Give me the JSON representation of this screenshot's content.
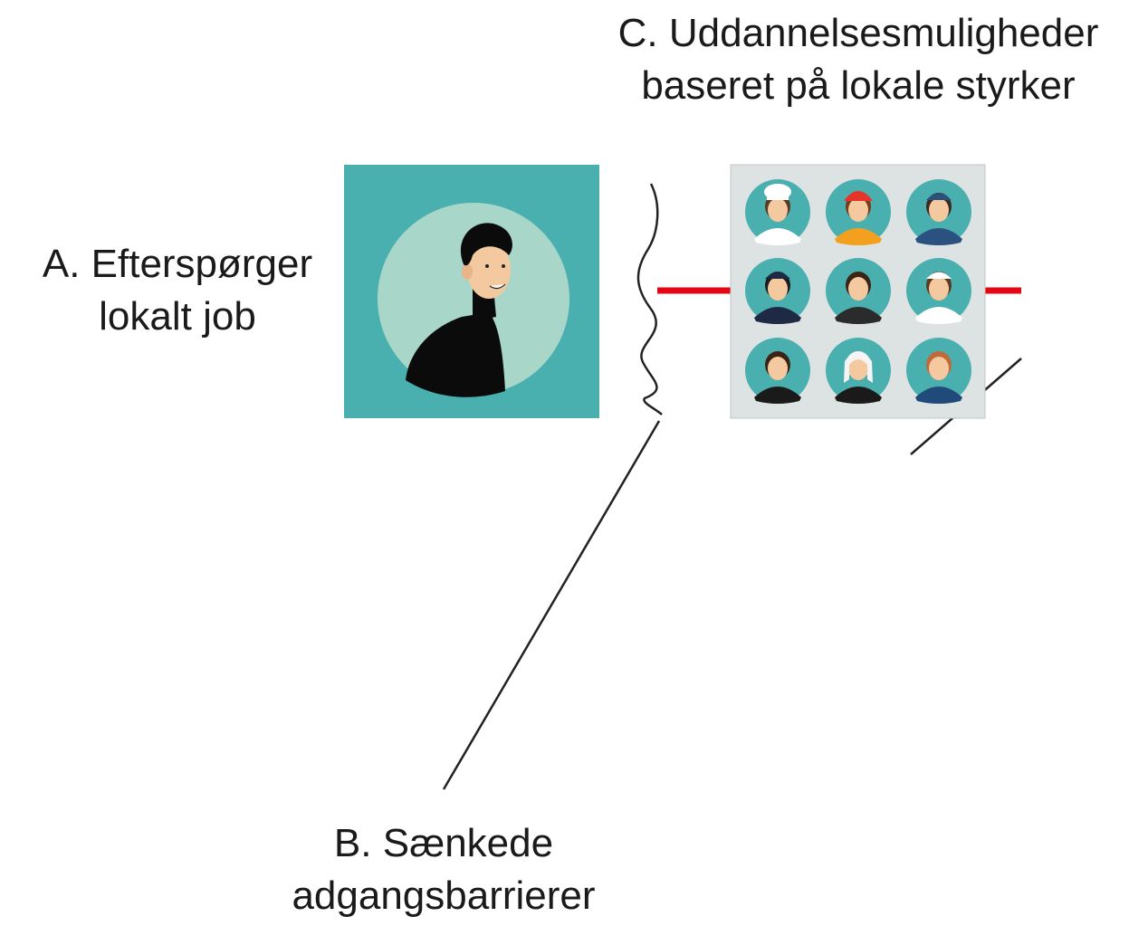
{
  "labels": {
    "a": {
      "line1": "A. Efterspørger",
      "line2": "lokalt job"
    },
    "b": {
      "line1": "B. Sænkede",
      "line2": "adgangsbarrierer"
    },
    "c": {
      "line1": "C. Uddannelsesmuligheder",
      "line2": "baseret på lokale styrker"
    }
  },
  "colors": {
    "teal": "#4aafaf",
    "light_teal": "#a8d7c9",
    "red_line": "#e30613",
    "dark_line": "#222222",
    "grid_bg": "#dde3e3"
  },
  "icons": {
    "job_seeker": "man-portrait-icon",
    "professions": [
      "chef-icon",
      "firefighter-icon",
      "flight-attendant-icon",
      "police-officer-icon",
      "maid-icon",
      "nurse-icon",
      "waiter-icon",
      "nun-icon",
      "doctor-icon"
    ]
  }
}
